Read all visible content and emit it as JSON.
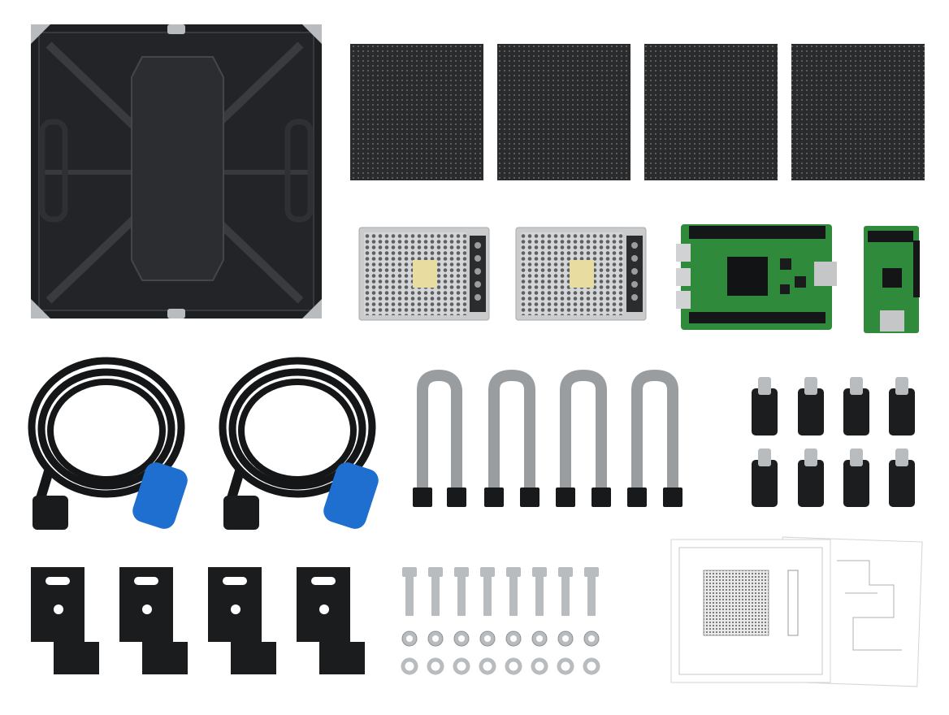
{
  "scene": {
    "background": "#ffffff",
    "items": [
      {
        "name": "led-cabinet",
        "count": 1
      },
      {
        "name": "led-module-panel",
        "count": 4
      },
      {
        "name": "power-supply-unit",
        "count": 2
      },
      {
        "name": "receiving-card",
        "count": 1
      },
      {
        "name": "hub-board",
        "count": 1
      },
      {
        "name": "power-cable-coil",
        "count": 2
      },
      {
        "name": "ribbon-cable",
        "count": 4
      },
      {
        "name": "magnet-connector",
        "count": 8
      },
      {
        "name": "mounting-bracket",
        "count": 4
      },
      {
        "name": "bolt",
        "count": 8
      },
      {
        "name": "nut",
        "count": 8
      },
      {
        "name": "washer",
        "count": 8
      },
      {
        "name": "manual-sheets",
        "count": 1
      }
    ]
  },
  "colors": {
    "cabinet": "#1e1f21",
    "module": "#2a2b2d",
    "pcb": "#2f8a3c",
    "psu": "#c9cbcd",
    "powercon": "#1f6fd1",
    "ribbon": "#9a9da0",
    "metal": "#b9bcbf"
  }
}
